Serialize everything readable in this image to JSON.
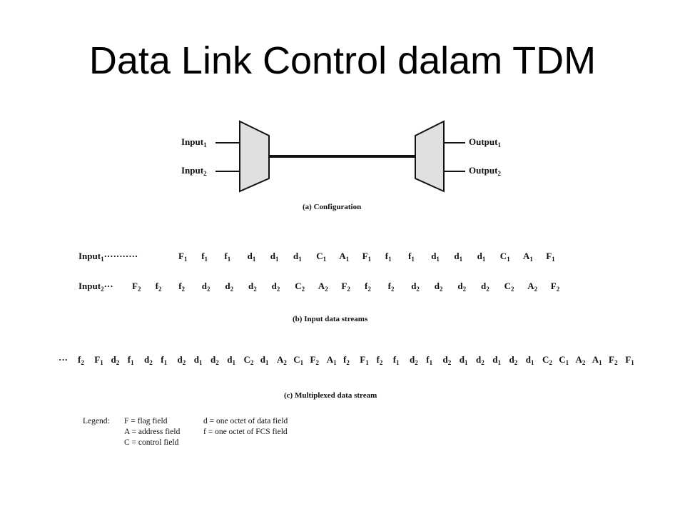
{
  "title": "Data Link Control dalam TDM",
  "config": {
    "inputs": [
      {
        "name": "Input",
        "sub": "1"
      },
      {
        "name": "Input",
        "sub": "2"
      }
    ],
    "outputs": [
      {
        "name": "Output",
        "sub": "1"
      },
      {
        "name": "Output",
        "sub": "2"
      }
    ],
    "caption": "(a) Configuration"
  },
  "streams": {
    "input1": {
      "label": "Input",
      "sub": "1",
      "lead": "···········",
      "tokens": [
        "F1",
        "f1",
        "f1",
        "d1",
        "d1",
        "d1",
        "C1",
        "A1",
        "F1",
        "f1",
        "f1",
        "d1",
        "d1",
        "d1",
        "C1",
        "A1",
        "F1"
      ]
    },
    "input2": {
      "label": "Input",
      "sub": "2",
      "lead": "···",
      "tokens": [
        "F2",
        "f2",
        "f2",
        "d2",
        "d2",
        "d2",
        "d2",
        "C2",
        "A2",
        "F2",
        "f2",
        "f2",
        "d2",
        "d2",
        "d2",
        "d2",
        "C2",
        "A2",
        "F2"
      ]
    },
    "caption": "(b) Input data streams"
  },
  "multiplexed": {
    "lead": "···",
    "tokens": [
      "f2",
      "F1",
      "d2",
      "f1",
      "d2",
      "f1",
      "d2",
      "d1",
      "d2",
      "d1",
      "C2",
      "d1",
      "A2",
      "C1",
      "F2",
      "A1",
      "f2",
      "F1",
      "f2",
      "f1",
      "d2",
      "f1",
      "d2",
      "d1",
      "d2",
      "d1",
      "d2",
      "d1",
      "C2",
      "C1",
      "A2",
      "A1",
      "F2",
      "F1"
    ],
    "caption": "(c) Multiplexed data stream"
  },
  "legend": {
    "heading": "Legend:",
    "left": [
      "F = flag field",
      "A = address field",
      "C = control field"
    ],
    "right": [
      "d = one octet of data field",
      "f = one octet of FCS field"
    ]
  }
}
